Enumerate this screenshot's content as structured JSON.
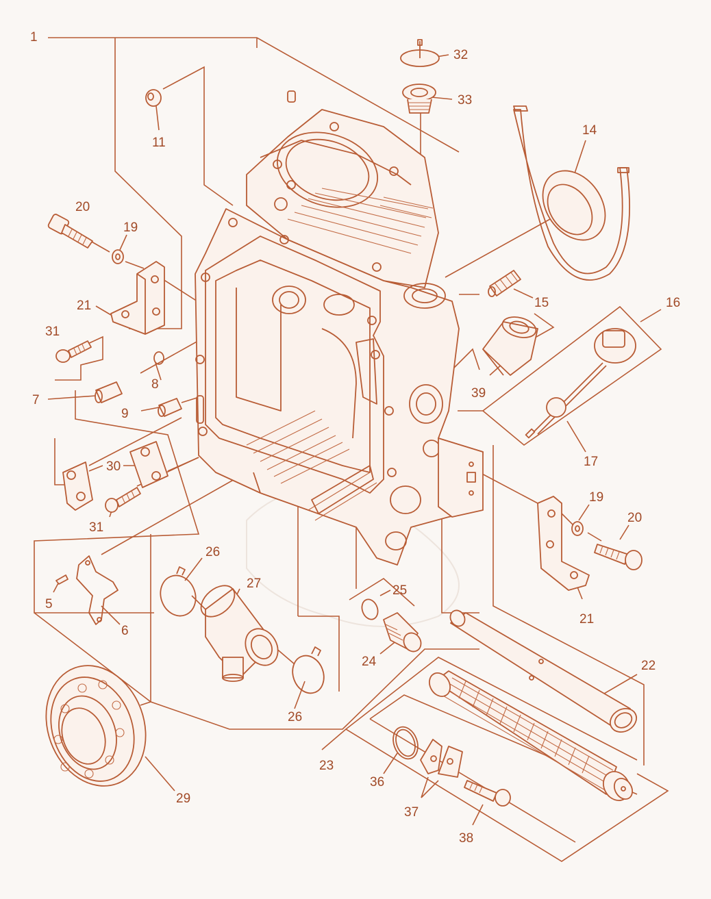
{
  "diagram": {
    "accent_color": "#b85c35",
    "background": "#faf7f4",
    "callouts": [
      {
        "id": "1",
        "label": "1"
      },
      {
        "id": "5",
        "label": "5"
      },
      {
        "id": "6",
        "label": "6"
      },
      {
        "id": "7",
        "label": "7"
      },
      {
        "id": "8",
        "label": "8"
      },
      {
        "id": "9",
        "label": "9"
      },
      {
        "id": "11",
        "label": "11"
      },
      {
        "id": "14",
        "label": "14"
      },
      {
        "id": "15",
        "label": "15"
      },
      {
        "id": "16",
        "label": "16"
      },
      {
        "id": "17",
        "label": "17"
      },
      {
        "id": "19a",
        "label": "19"
      },
      {
        "id": "19b",
        "label": "19"
      },
      {
        "id": "20a",
        "label": "20"
      },
      {
        "id": "20b",
        "label": "20"
      },
      {
        "id": "21a",
        "label": "21"
      },
      {
        "id": "21b",
        "label": "21"
      },
      {
        "id": "22",
        "label": "22"
      },
      {
        "id": "23",
        "label": "23"
      },
      {
        "id": "24",
        "label": "24"
      },
      {
        "id": "25",
        "label": "25"
      },
      {
        "id": "26a",
        "label": "26"
      },
      {
        "id": "26b",
        "label": "26"
      },
      {
        "id": "27",
        "label": "27"
      },
      {
        "id": "29",
        "label": "29"
      },
      {
        "id": "30",
        "label": "30"
      },
      {
        "id": "31a",
        "label": "31"
      },
      {
        "id": "31b",
        "label": "31"
      },
      {
        "id": "32",
        "label": "32"
      },
      {
        "id": "33",
        "label": "33"
      },
      {
        "id": "36",
        "label": "36"
      },
      {
        "id": "37",
        "label": "37"
      },
      {
        "id": "38",
        "label": "38"
      },
      {
        "id": "39",
        "label": "39"
      }
    ]
  }
}
